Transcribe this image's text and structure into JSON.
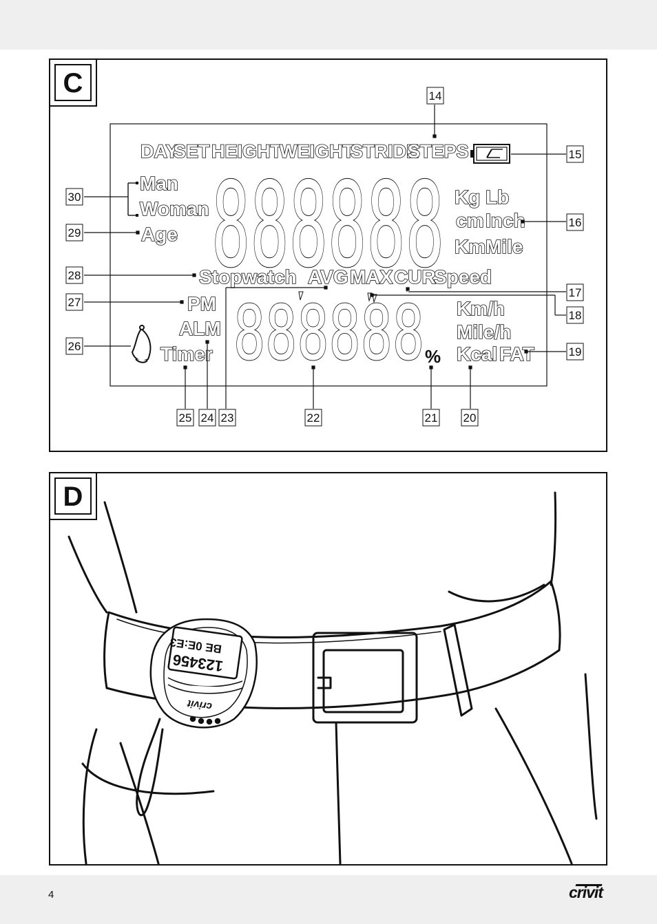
{
  "page": {
    "number": "4",
    "brand": "crivit"
  },
  "panel_c": {
    "letter": "C",
    "lcd": {
      "top_labels": [
        "DAY",
        "SET",
        "HEIGHT",
        "WEIGHT",
        "STRIDE",
        "STEPS"
      ],
      "gender": [
        "Man",
        "Woman"
      ],
      "age": "Age",
      "units_top": [
        "Kg",
        "Lb",
        "cm",
        "Inch",
        "Km",
        "Mile"
      ],
      "mid_labels": [
        "Stopwatch",
        "AVG",
        "MAX",
        "CUR",
        "Speed"
      ],
      "left_labels": [
        "PM",
        "ALM",
        "Timer"
      ],
      "speed_units": [
        "Km/h",
        "Mile/h",
        "Kcal",
        "FAT"
      ],
      "percent": "%",
      "big_digits": "888888",
      "small_digits": "888888"
    },
    "callouts": [
      "14",
      "15",
      "16",
      "17",
      "18",
      "19",
      "20",
      "21",
      "22",
      "23",
      "24",
      "25",
      "26",
      "27",
      "28",
      "29",
      "30"
    ]
  },
  "panel_d": {
    "letter": "D",
    "device": {
      "screen_top": "BE 0E:E3",
      "screen_bottom": "123456",
      "brand": "crivit"
    }
  }
}
